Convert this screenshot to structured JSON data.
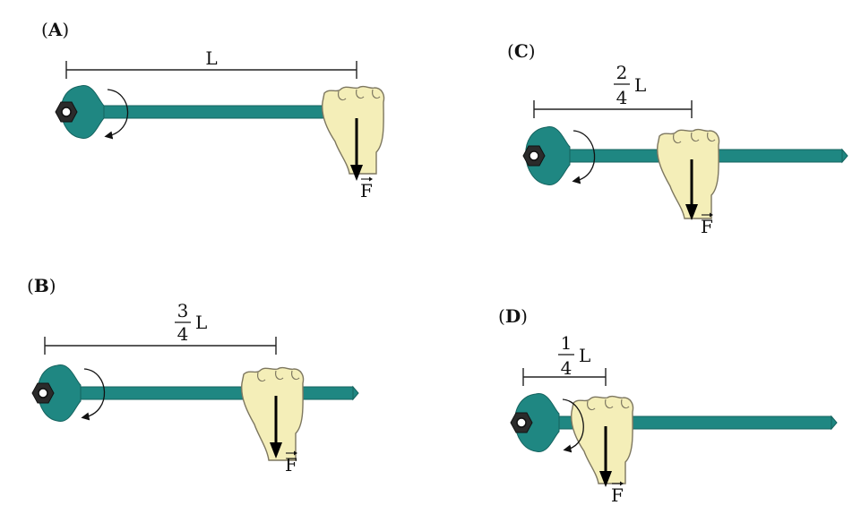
{
  "panels": [
    {
      "id": "A",
      "label_open": "(",
      "label_letter": "A",
      "label_close": ")",
      "fraction": null,
      "length_symbol": "L",
      "force_symbol": "F",
      "grip_fraction": 1.0,
      "handle_fraction": 1.0
    },
    {
      "id": "B",
      "label_open": "(",
      "label_letter": "B",
      "label_close": ")",
      "fraction": {
        "numerator": "3",
        "denominator": "4"
      },
      "length_symbol": "L",
      "force_symbol": "F",
      "grip_fraction": 0.75,
      "handle_fraction": 1.0
    },
    {
      "id": "C",
      "label_open": "(",
      "label_letter": "C",
      "label_close": ")",
      "fraction": {
        "numerator": "2",
        "denominator": "4"
      },
      "length_symbol": "L",
      "force_symbol": "F",
      "grip_fraction": 0.5,
      "handle_fraction": 1.0
    },
    {
      "id": "D",
      "label_open": "(",
      "label_letter": "D",
      "label_close": ")",
      "fraction": {
        "numerator": "1",
        "denominator": "4"
      },
      "length_symbol": "L",
      "force_symbol": "F",
      "grip_fraction": 0.25,
      "handle_fraction": 1.0
    }
  ],
  "colors": {
    "wrench": "#1f8782",
    "hand": "#f4eeb8",
    "nut": "#2b2b2b",
    "force_arrow": "#000000"
  },
  "icons": {
    "nut": "hex-nut-icon",
    "rotation": "clockwise-rotation-arrow-icon",
    "force": "down-force-arrow-icon"
  }
}
